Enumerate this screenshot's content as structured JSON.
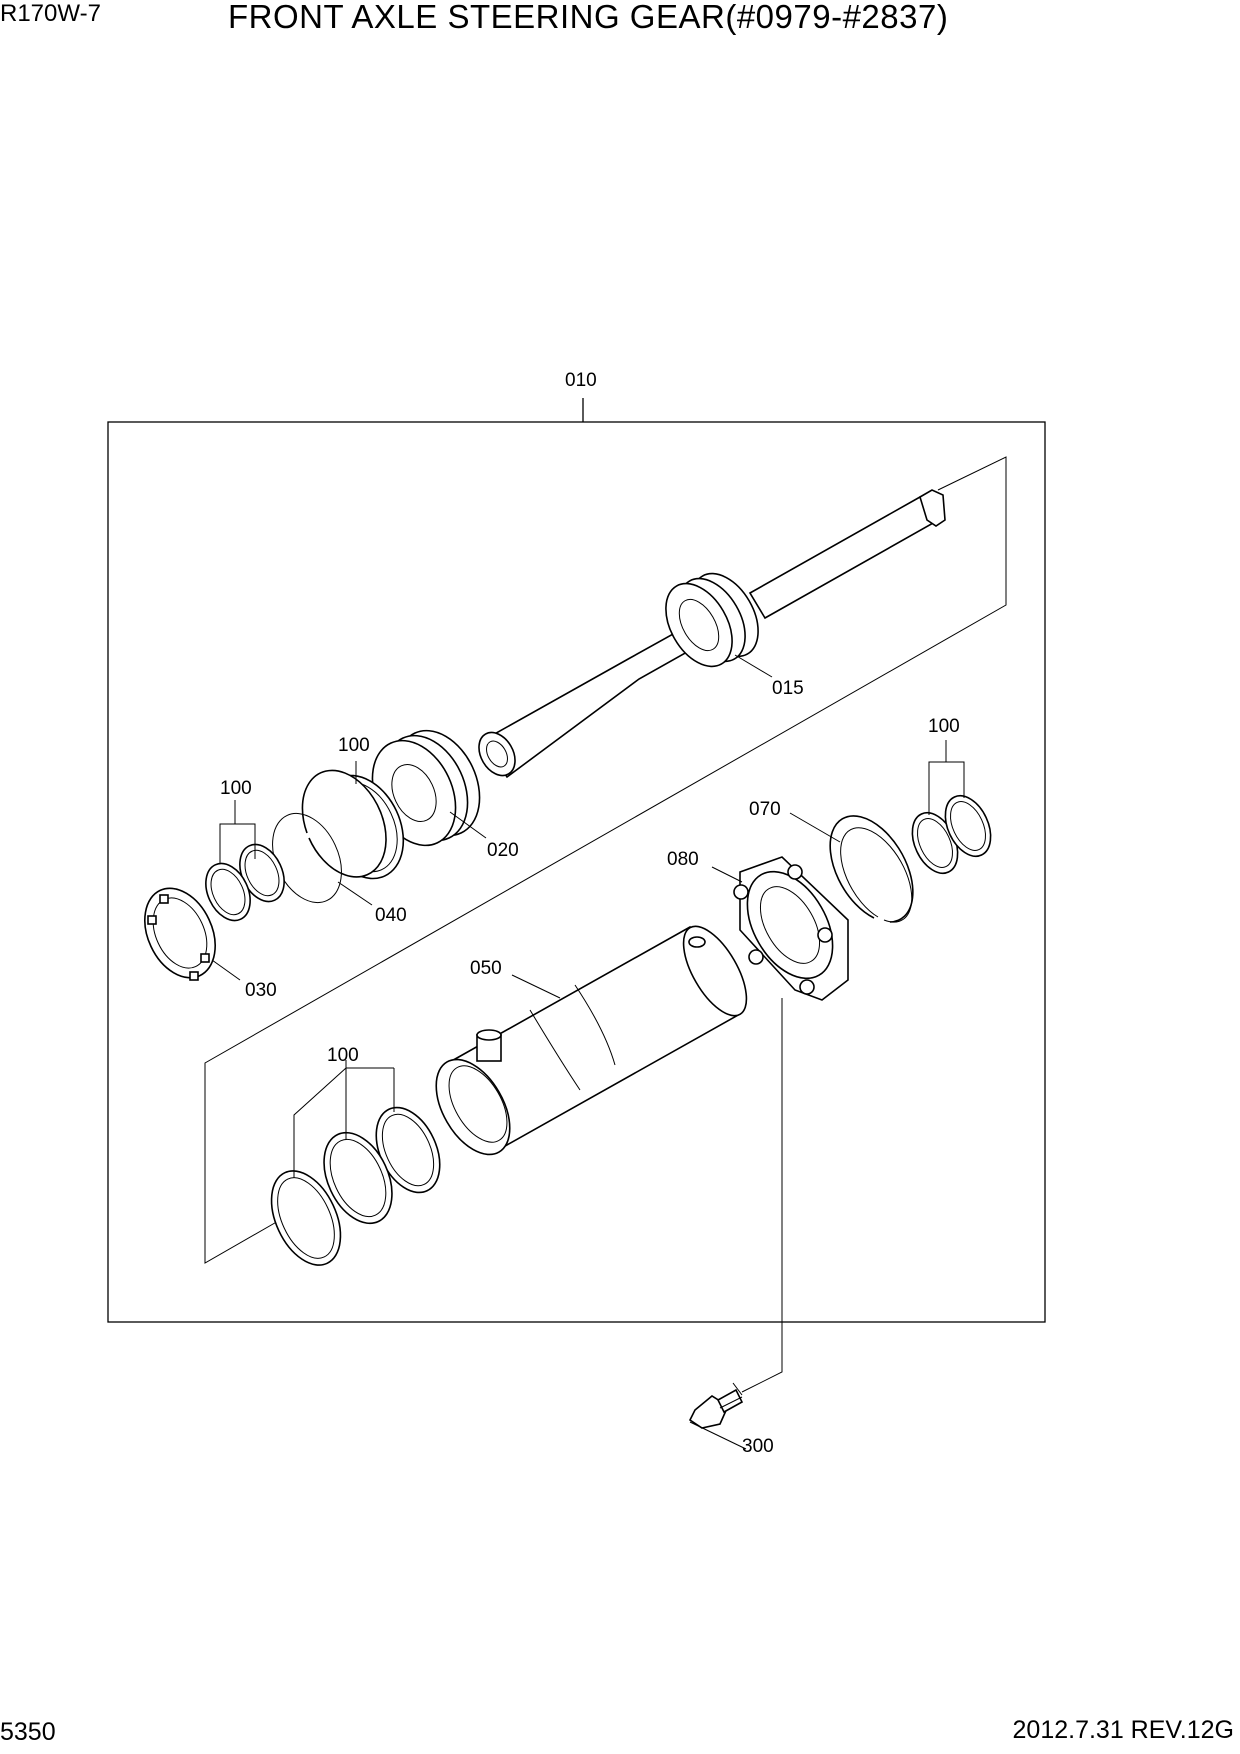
{
  "header": {
    "model": "R170W-7",
    "title": "FRONT AXLE STEERING GEAR(#0979-#2837)"
  },
  "footer": {
    "page_number": "5350",
    "revision": "2012.7.31  REV.12G"
  },
  "callouts": {
    "assembly": "010",
    "rod": "015",
    "piston": "020",
    "ring_030": "030",
    "ring_040": "040",
    "tube": "050",
    "ring_070": "070",
    "gland": "080",
    "seal_kit_a": "100",
    "seal_kit_b": "100",
    "seal_kit_c": "100",
    "seal_kit_d": "100",
    "bolt": "300"
  }
}
